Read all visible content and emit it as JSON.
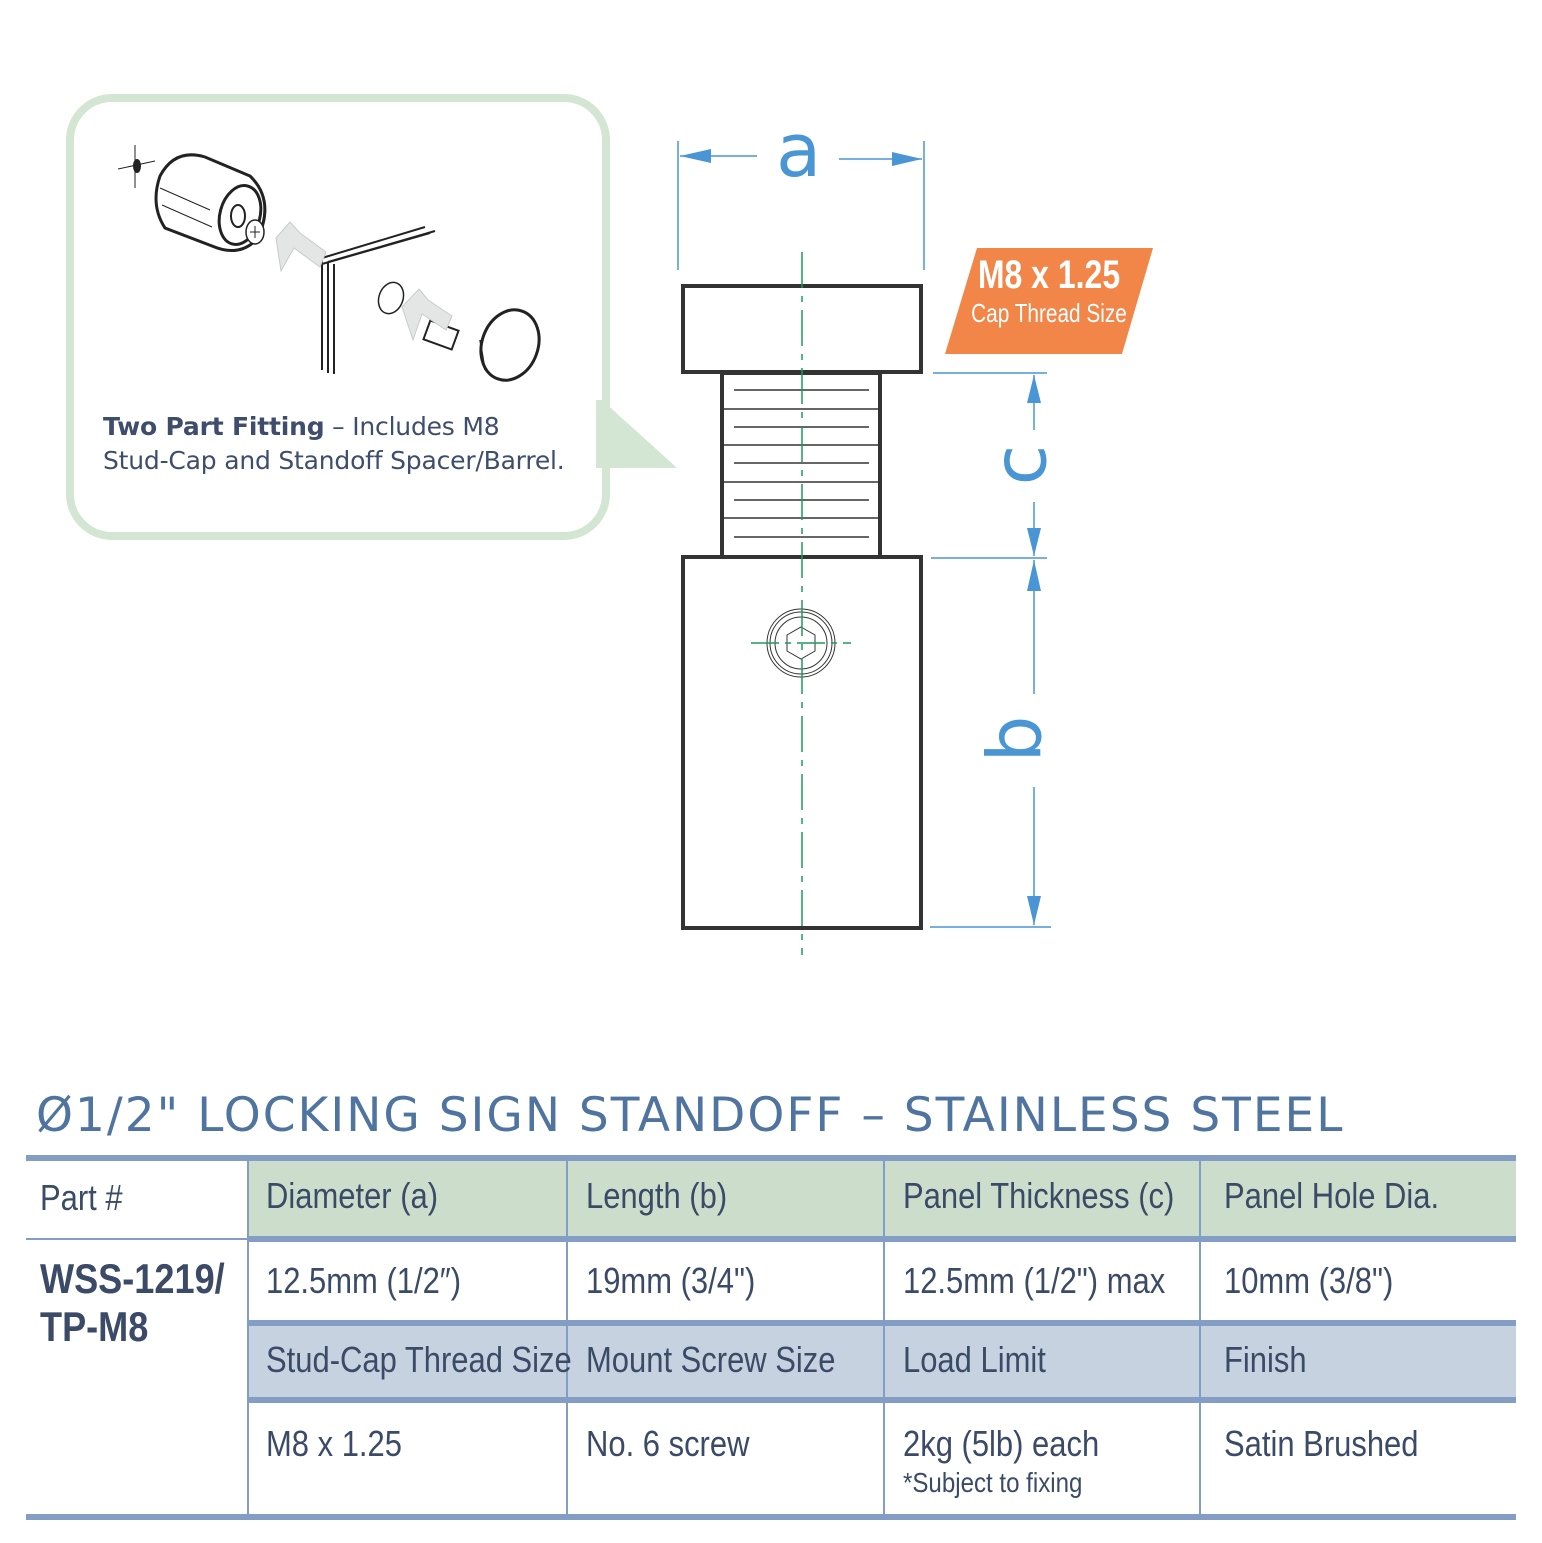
{
  "callout": {
    "title_bold": "Two Part Fitting",
    "text_line1": " – Includes M8",
    "text_line2": "Stud-Cap and Standoff Spacer/Barrel.",
    "border_color": "#d3e5d3"
  },
  "drawing": {
    "dimension_labels": {
      "a": "a",
      "b": "b",
      "c": "c"
    },
    "dimension_color": "#4a96d4",
    "centerline_color": "#1f9a5a",
    "outline_color": "#333333",
    "thread_badge": {
      "value": "M8 x 1.25",
      "label": "Cap Thread Size",
      "color": "#f28548"
    }
  },
  "product": {
    "title": "Ø1/2\" LOCKING SIGN STANDOFF – STAINLESS STEEL",
    "title_color": "#4f74a0"
  },
  "table": {
    "part_header": "Part #",
    "part_number_line1": "WSS-1219/",
    "part_number_line2": "TP-M8",
    "header_row_1": [
      "Diameter (a)",
      "Length (b)",
      "Panel Thickness (c)",
      "Panel Hole Dia."
    ],
    "data_row_1": [
      "12.5mm (1/2″)",
      "19mm (3/4\")",
      "12.5mm (1/2\") max",
      "10mm (3/8\")"
    ],
    "header_row_2": [
      "Stud-Cap Thread Size",
      "Mount Screw Size",
      "Load Limit",
      "Finish"
    ],
    "data_row_2": [
      "M8 x 1.25",
      "No. 6 screw",
      "2kg (5lb) each",
      "Satin Brushed"
    ],
    "data_row_2_note": "*Subject to fixing",
    "header_green": "#ccdecb",
    "header_blue": "#c6d2df",
    "rule_color": "#849dc4"
  }
}
